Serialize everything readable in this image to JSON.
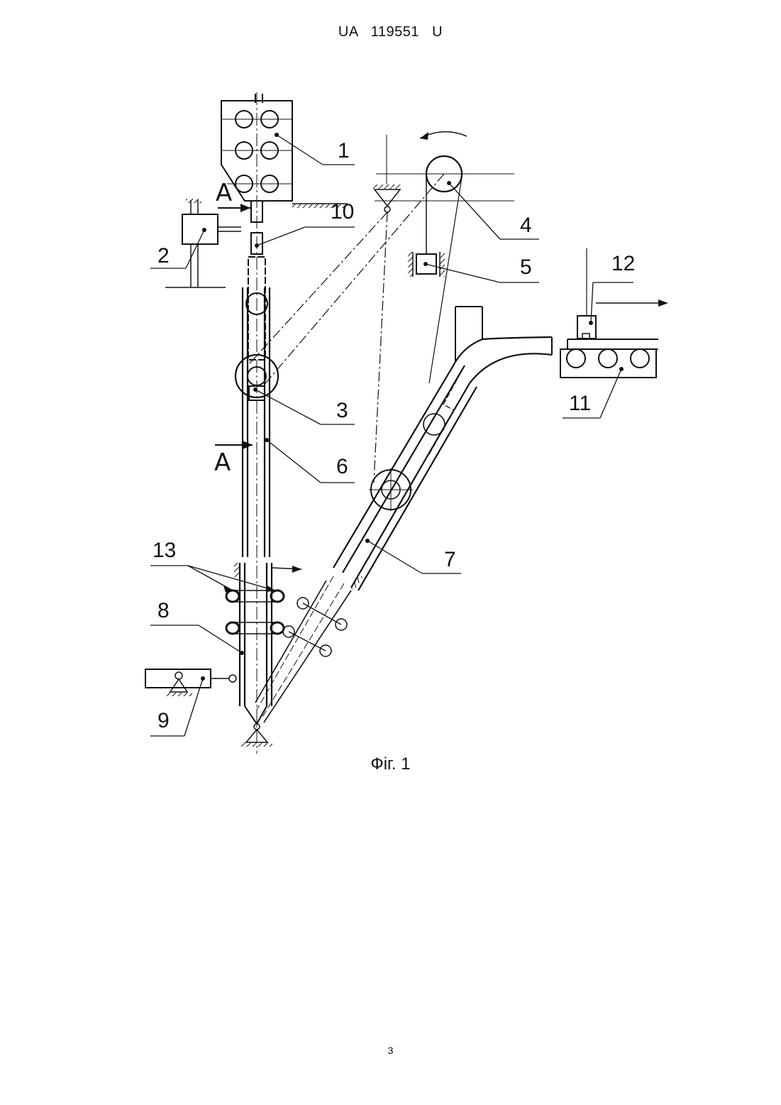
{
  "header": {
    "code": "UA   119551   U"
  },
  "figure": {
    "caption": "Фіг. 1",
    "section_marker": "A",
    "labels": {
      "n1": "1",
      "n2": "2",
      "n3": "3",
      "n4": "4",
      "n5": "5",
      "n6": "6",
      "n7": "7",
      "n8": "8",
      "n9": "9",
      "n10": "10",
      "n11": "11",
      "n12": "12",
      "n13": "13"
    }
  },
  "footer": {
    "page_number": "3"
  }
}
